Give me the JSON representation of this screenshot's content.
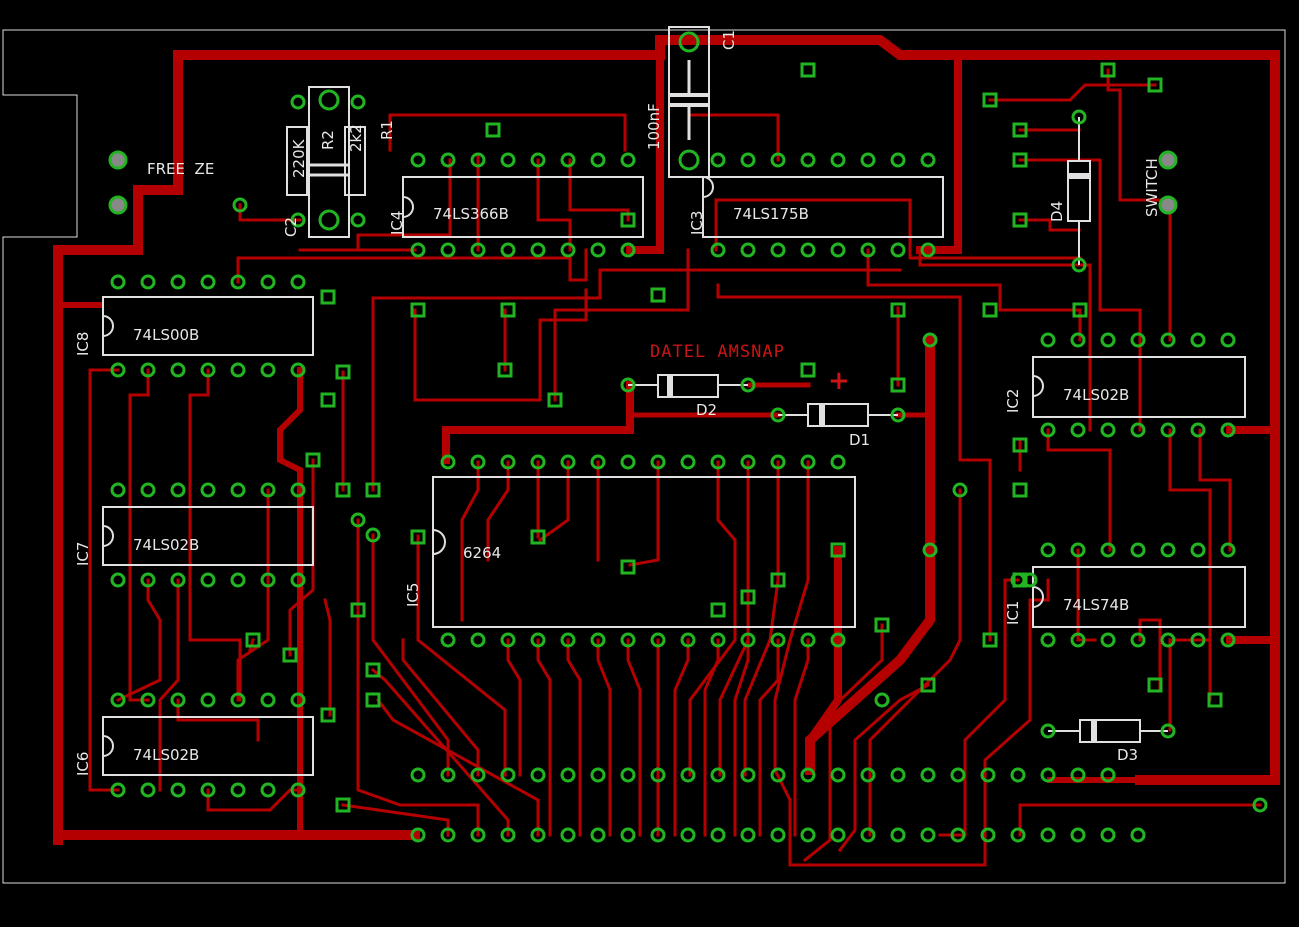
{
  "board": {
    "title": "DATEL AMSNAP",
    "plus_mark": "+",
    "free_ze_label": "FREE  ZE",
    "switch_label": "SWITCH"
  },
  "ics": [
    {
      "ref": "IC4",
      "part": "74LS366B"
    },
    {
      "ref": "IC3",
      "part": "74LS175B"
    },
    {
      "ref": "IC8",
      "part": "74LS00B"
    },
    {
      "ref": "IC7",
      "part": "74LS02B"
    },
    {
      "ref": "IC6",
      "part": "74LS02B"
    },
    {
      "ref": "IC5",
      "part": "6264"
    },
    {
      "ref": "IC2",
      "part": "74LS02B"
    },
    {
      "ref": "IC1",
      "part": "74LS74B"
    }
  ],
  "passives": {
    "c1": "C1",
    "c1_value": "100nF",
    "c2": "C2",
    "r1": "R1",
    "r2": "R2",
    "r_value_220k": "220K",
    "r_value_2k2": "2k2",
    "d1": "D1",
    "d2": "D2",
    "d3": "D3",
    "d4": "D4"
  },
  "colors": {
    "background": "#000000",
    "copper": "#b40000",
    "pad": "#22b422",
    "silkscreen": "#e0e0e0",
    "title": "#c81414"
  }
}
